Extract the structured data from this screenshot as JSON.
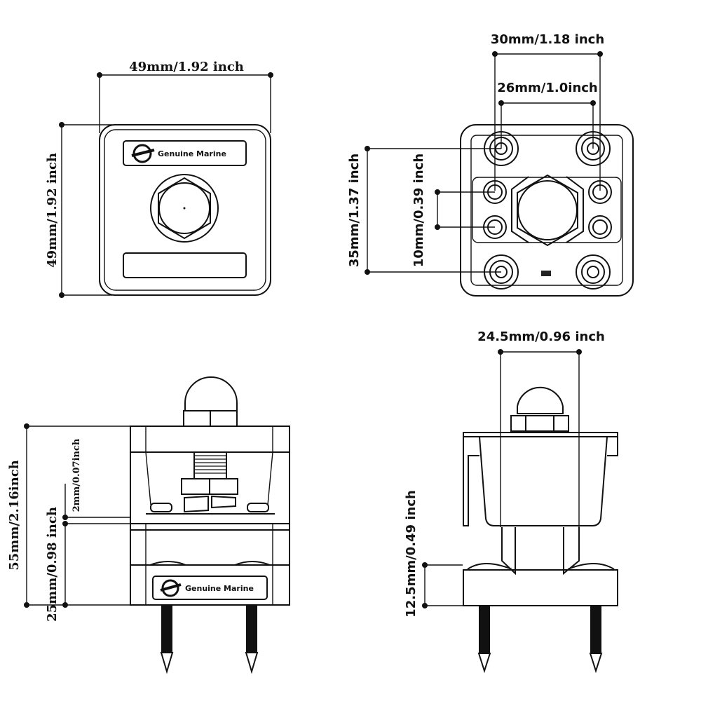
{
  "views": {
    "front": {
      "brand": "Genuine Marine",
      "dim_width": "49mm/1.92 inch",
      "dim_height": "49mm/1.92 inch"
    },
    "back": {
      "dim_outer_holes": "30mm/1.18 inch",
      "dim_inner_holes": "26mm/1.0inch",
      "dim_vertical_holes": "35mm/1.37 inch",
      "dim_inner_vertical": "10mm/0.39 inch"
    },
    "side": {
      "brand": "Genuine Marine",
      "dim_total_height": "55mm/2.16inch",
      "dim_base_height": "25mm/0.98 inch",
      "dim_gap": "2mm/0.07inch"
    },
    "end": {
      "dim_width": "24.5mm/0.96 inch",
      "dim_base_height": "12.5mm/0.49 inch"
    }
  }
}
